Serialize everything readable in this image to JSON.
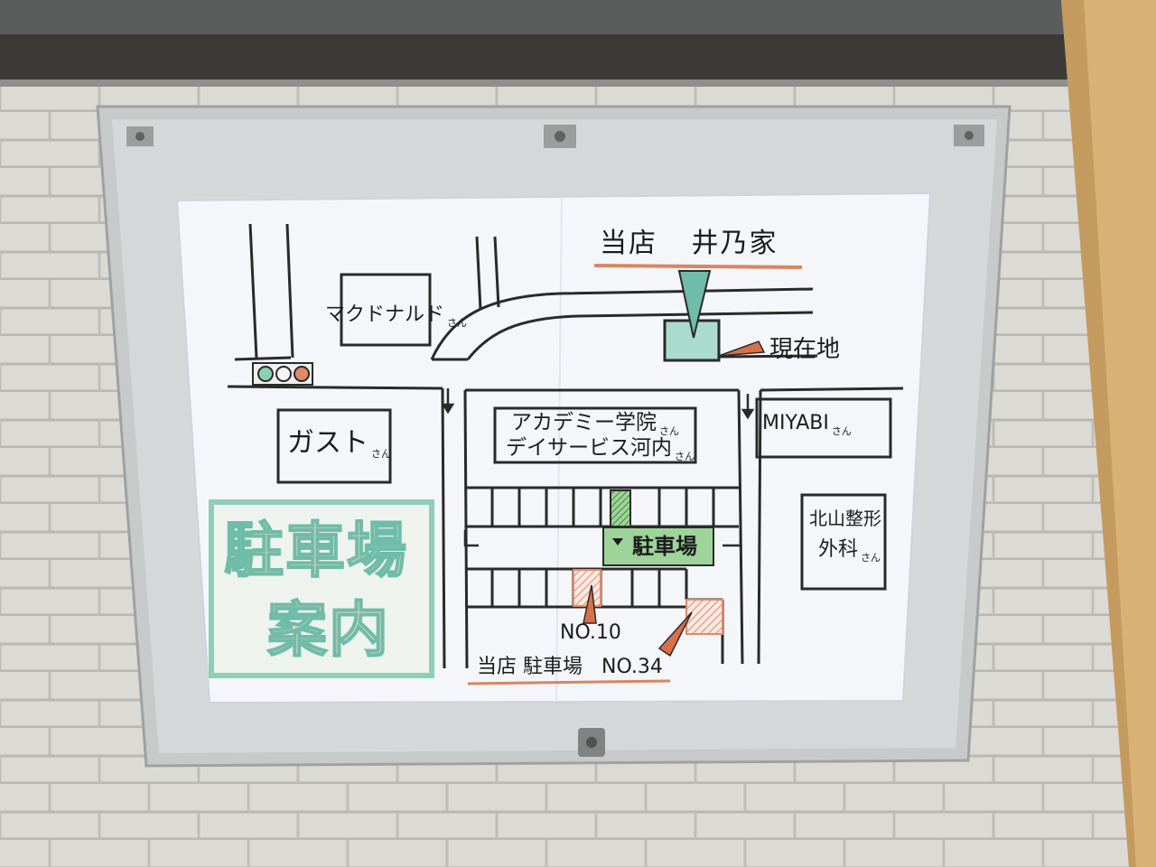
{
  "title_block": {
    "line1": "駐車場",
    "line2": "案内"
  },
  "header": {
    "shop_prefix": "当店",
    "shop_name": "井乃家"
  },
  "labels": {
    "mcdonalds": "マクドナルド",
    "current_location": "現在地",
    "gusto": "ガスト",
    "academy": "アカデミー学院",
    "day_service": "デイサービス河内",
    "miyabi": "MIYABI",
    "kitayama_line1": "北山整形",
    "kitayama_line2": "外科",
    "parking_sign": "駐車場",
    "spot_no10": "NO.10",
    "own_parking_prefix": "当店 駐車場",
    "own_parking_no": "NO.34",
    "san": "さん"
  },
  "colors": {
    "underline": "#d9865f",
    "pointer": "#d9704a",
    "shop_fill": "#a9dccd",
    "shop_marker": "#6fbca8",
    "parking_green": "#9ed39a",
    "hatch_orange": "#e08a68",
    "wall": "#dedcd6",
    "frame": "#c7cac8",
    "sign_bg": "#f4f6fa"
  },
  "icons": [
    "traffic-light-icon",
    "arrow-down-icon",
    "parking-arrow-icon",
    "pointer-icon",
    "screw-icon"
  ]
}
